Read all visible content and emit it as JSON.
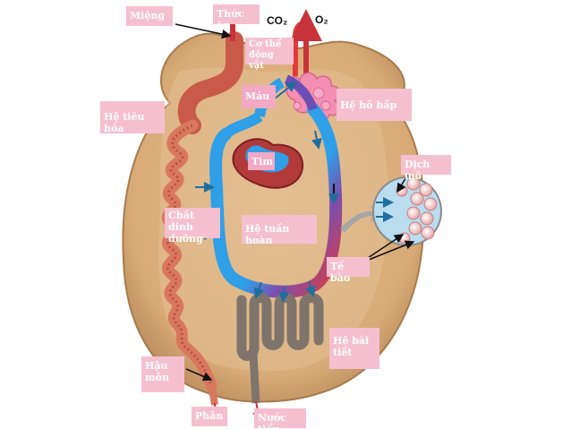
{
  "labels": {
    "mieng": "Miệng",
    "thuc_an": "Thức ăn",
    "co2": "CO₂",
    "o2": "O₂",
    "co_the": "Cơ thể động vật",
    "mau": "Máu",
    "he_ho_hap": "Hệ hô hấp",
    "he_tieu_hoa": "Hệ tiêu hóa",
    "tim": "Tim",
    "dich_mo": "Dịch mô",
    "chat_dinh_duong": "Chất dinh dưỡng",
    "he_tuan_hoan": "Hệ tuần hoàn",
    "te_bao": "Tế bào",
    "he_bai_tiet": "Hệ bài tiết",
    "hau_mon": "Hậu môn",
    "phan": "Phân",
    "nuoc_tieu": "Nước tiểu"
  },
  "colors": {
    "body": "#dcae7d",
    "digestive": "#d96f5f",
    "blood_oxygenated": "#e23a3a",
    "blood_deoxygenated": "#2f9fe8",
    "lung": "#f48fb3",
    "kidney": "#8a8076",
    "label_bg": "#f6bfd0"
  }
}
